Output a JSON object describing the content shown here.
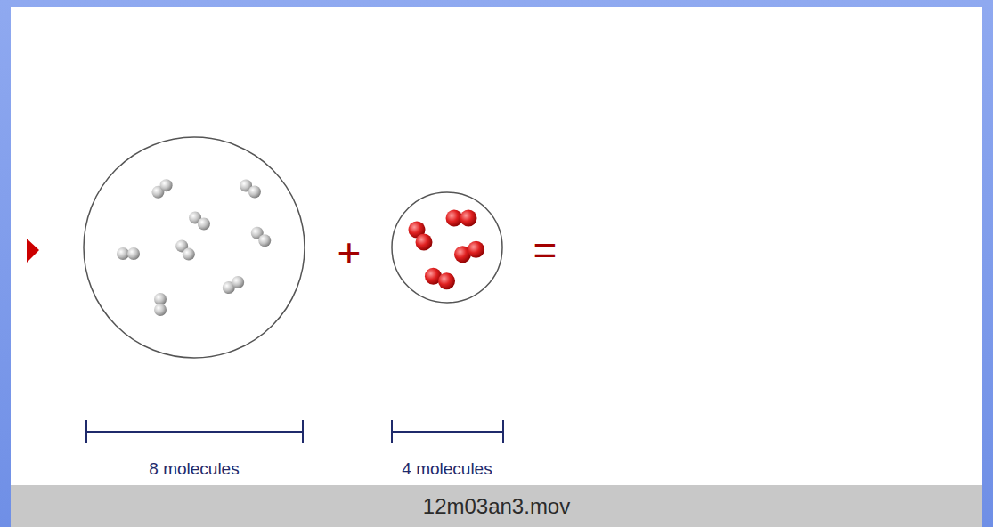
{
  "diagram": {
    "nodes": [
      {
        "text": [
          "12m03an3.mov"
        ]
      }
    ],
    "labels": [
      "+",
      "=",
      "8 molecules",
      "4 molecules"
    ]
  }
}
